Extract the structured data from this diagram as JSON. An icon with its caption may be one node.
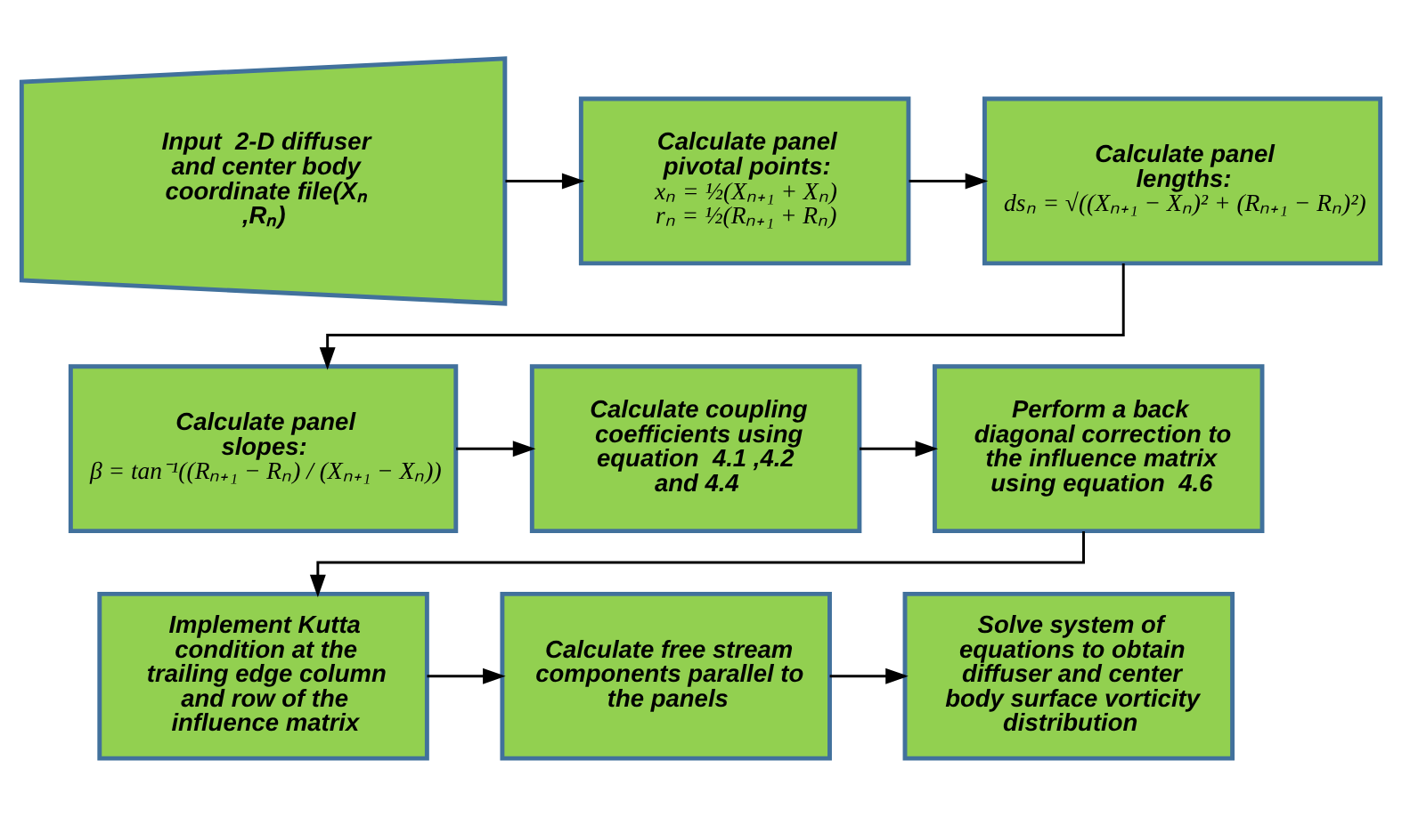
{
  "diagram": {
    "nodes": [
      {
        "text": [
          "Input  2-D diffuser and center body coordinate file(Xₙ ,Rₙ)"
        ]
      },
      {
        "text": [
          "Calculate panel pivotal points:",
          "xₙ = ½(Xₙ₊₁ + Xₙ)",
          "rₙ = ½(Rₙ₊₁ + Rₙ)"
        ]
      },
      {
        "text": [
          "Calculate panel lengths:",
          "dsₙ = √((Xₙ₊₁ − Xₙ)² + (Rₙ₊₁ − Rₙ)²)"
        ]
      },
      {
        "text": [
          "Calculate panel slopes:",
          "β = tan⁻¹((Rₙ₊₁ − Rₙ) / (Xₙ₊₁ − Xₙ))"
        ]
      },
      {
        "text": [
          "Calculate coupling coefficients using equation  4.1 ,4.2  and 4.4"
        ]
      },
      {
        "text": [
          "Perform a back diagonal correction to the influence matrix using equation  4.6"
        ]
      },
      {
        "text": [
          "Implement Kutta condition at the trailing edge column and row of the influence matrix"
        ]
      },
      {
        "text": [
          "Calculate free stream components parallel to the panels"
        ]
      },
      {
        "text": [
          "Solve system of equations to obtain diffuser and center body surface vorticity distribution"
        ]
      }
    ],
    "edges": [
      {
        "from": 0,
        "to": 1,
        "arrow": "to"
      },
      {
        "from": 1,
        "to": 2,
        "arrow": "to"
      },
      {
        "from": 2,
        "to": 3,
        "arrow": "to"
      },
      {
        "from": 3,
        "to": 4,
        "arrow": "to"
      },
      {
        "from": 4,
        "to": 5,
        "arrow": "to"
      },
      {
        "from": 5,
        "to": 6,
        "arrow": "to"
      },
      {
        "from": 6,
        "to": 7,
        "arrow": "to"
      },
      {
        "from": 7,
        "to": 8,
        "arrow": "to"
      }
    ]
  }
}
